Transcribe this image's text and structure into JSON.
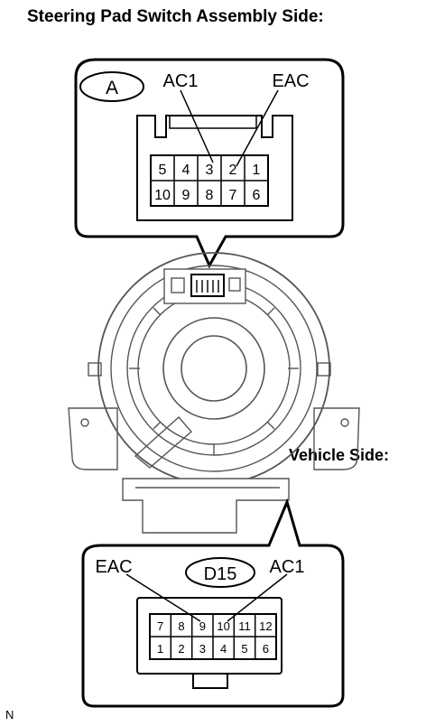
{
  "titles": {
    "top": "Steering Pad Switch Assembly Side:",
    "vehicle": "Vehicle Side:",
    "figure_code": "N"
  },
  "connector_a": {
    "id": "A",
    "labels": [
      "AC1",
      "EAC"
    ],
    "pins_top": [
      "5",
      "4",
      "3",
      "2",
      "1"
    ],
    "pins_bottom": [
      "10",
      "9",
      "8",
      "7",
      "6"
    ]
  },
  "connector_d15": {
    "id": "D15",
    "labels": [
      "EAC",
      "AC1"
    ],
    "pins_top": [
      "7",
      "8",
      "9",
      "10",
      "11",
      "12"
    ],
    "pins_bottom": [
      "1",
      "2",
      "3",
      "4",
      "5",
      "6"
    ]
  }
}
